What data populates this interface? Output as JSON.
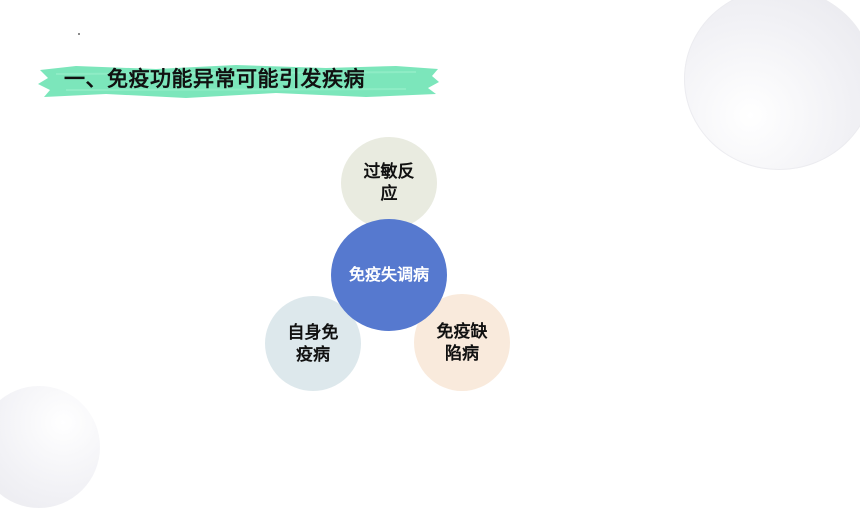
{
  "slide": {
    "title": "一、免疫功能异常可能引发疾病",
    "brush_color": "#6ee3b4"
  },
  "diagram": {
    "center": {
      "label": "免疫失调病",
      "color": "#5679cf"
    },
    "nodes": [
      {
        "id": "top",
        "label": "过敏反应",
        "color": "#e9ebe0"
      },
      {
        "id": "left",
        "label": "自身免疫病",
        "color": "#dde8ec"
      },
      {
        "id": "right",
        "label": "免疫缺陷病",
        "color": "#f9eadc"
      }
    ]
  }
}
